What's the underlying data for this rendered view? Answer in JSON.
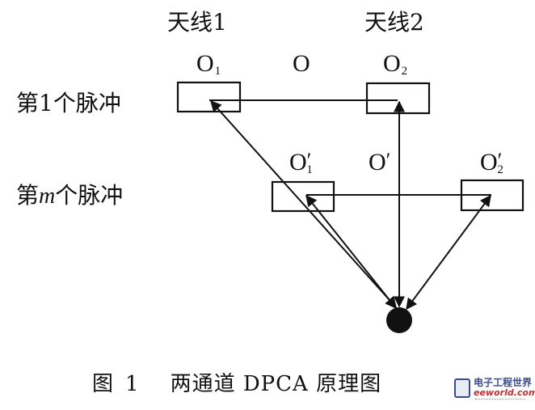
{
  "antennas": {
    "antenna1": "天线1",
    "antenna2": "天线2"
  },
  "phase_centers": {
    "o1": {
      "base": "O",
      "sub": "1"
    },
    "o": {
      "base": "O"
    },
    "o2": {
      "base": "O",
      "sub": "2"
    },
    "o1_prime": {
      "base": "O",
      "prime": "′",
      "sub": "1"
    },
    "o_prime": {
      "base": "O",
      "prime": "′"
    },
    "o2_prime": {
      "base": "O",
      "prime": "′",
      "sub": "2"
    }
  },
  "pulses": {
    "first": {
      "pre": "第1个脉冲"
    },
    "mth": {
      "pre": "第",
      "var": "m",
      "post": "个脉冲"
    }
  },
  "caption": {
    "fig": "图",
    "num": "1",
    "title": "两通道 DPCA 原理图"
  },
  "watermark": {
    "line1": "电子工程世界",
    "site": "eeworld.com.cn"
  },
  "colors": {
    "ink": "#111111",
    "watermark_blue": "#3a4a8a",
    "watermark_red": "#c03030"
  }
}
